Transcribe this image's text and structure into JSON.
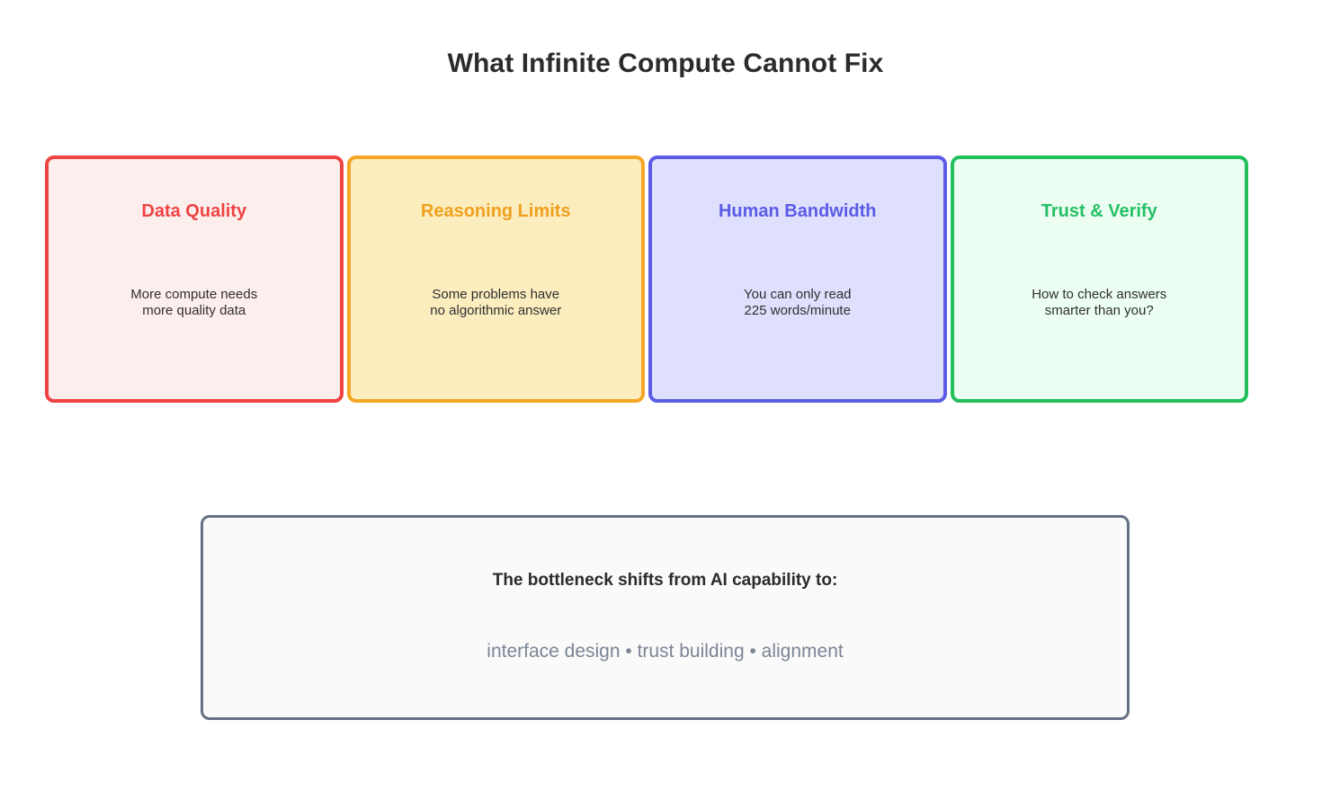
{
  "page": {
    "title": "What Infinite Compute Cannot Fix",
    "background_color": "#ffffff"
  },
  "cards": [
    {
      "title": "Data Quality",
      "description": "More compute needs\nmore quality data",
      "accent_color": "#ef4444",
      "fill_color": "#fdeeee"
    },
    {
      "title": "Reasoning Limits",
      "description": "Some problems have\nno algorithmic answer",
      "accent_color": "#f5a623",
      "fill_color": "#fcedbe"
    },
    {
      "title": "Human Bandwidth",
      "description": "You can only read\n225 words/minute",
      "accent_color": "#5b5be6",
      "fill_color": "#dee0fd"
    },
    {
      "title": "Trust & Verify",
      "description": "How to check answers\nsmarter than you?",
      "accent_color": "#22bf5b",
      "fill_color": "#ecfdf2"
    }
  ],
  "bottom_panel": {
    "heading": "The bottleneck shifts from AI capability to:",
    "subline": "interface design • trust building • alignment",
    "border_color": "#667085",
    "fill_color": "#fafafa",
    "subline_color": "#7c8495"
  }
}
